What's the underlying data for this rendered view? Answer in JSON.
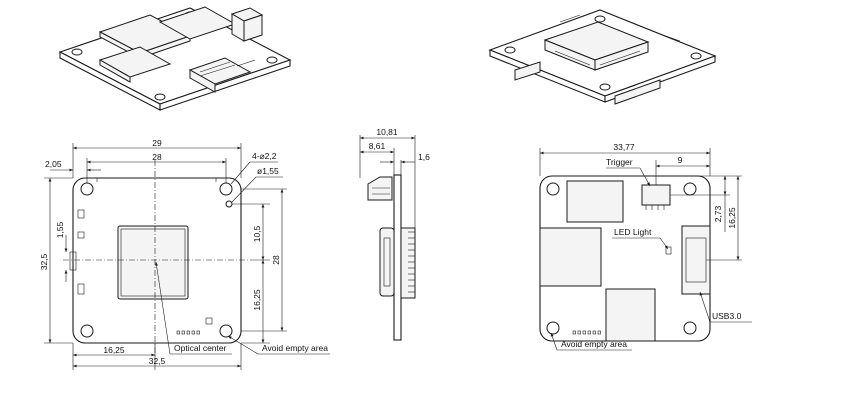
{
  "front_view": {
    "dim_width_outer": "29",
    "dim_width_inner": "28",
    "dim_left_offset": "2,05",
    "dim_hole_small": "4-⌀2,2",
    "dim_hole_diam": "ø1,55",
    "dim_height_left": "32,5",
    "dim_connector_offset": "1,55",
    "dim_height_right_top": "10,5",
    "dim_height_right_total": "28",
    "dim_height_right_bottom": "16,25",
    "dim_bottom_half": "16,25",
    "dim_bottom_total": "32,5",
    "label_optical_center": "Optical center",
    "label_avoid_empty": "Avoid empty area"
  },
  "side_view": {
    "dim_total_depth": "10,81",
    "dim_body_depth": "8,61",
    "dim_board_thickness": "1,6"
  },
  "back_view": {
    "dim_width": "33,77",
    "dim_trigger_offset": "9",
    "dim_trigger_height": "2,73",
    "dim_right_height": "16,25",
    "label_trigger": "Trigger",
    "label_led": "LED Light",
    "label_usb": "USB3.0",
    "label_avoid_empty": "Avoid empty area"
  }
}
